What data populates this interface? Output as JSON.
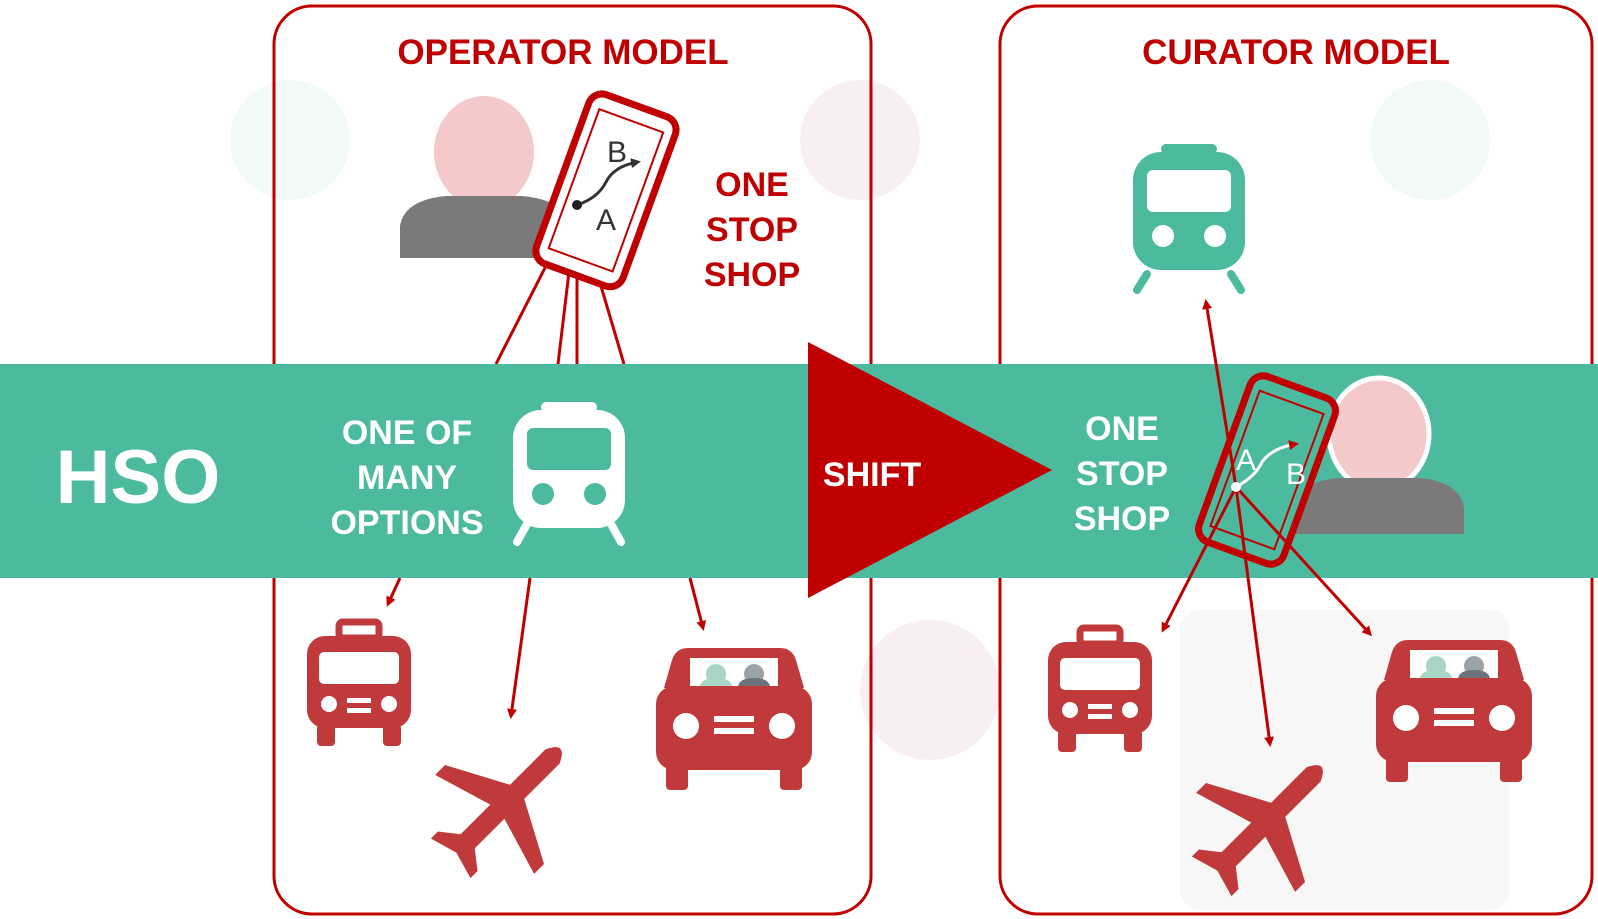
{
  "band": {
    "label": "HSO",
    "color": "#4cba9f"
  },
  "shift": {
    "label": "SHIFT",
    "color": "#c00000"
  },
  "operator": {
    "title": "OPERATOR MODEL",
    "one_stop_shop": [
      "ONE",
      "STOP",
      "SHOP"
    ],
    "one_of_many": [
      "ONE OF",
      "MANY",
      "OPTIONS"
    ],
    "phone_a": "A",
    "phone_b": "B"
  },
  "curator": {
    "title": "CURATOR MODEL",
    "one_stop_shop": [
      "ONE",
      "STOP",
      "SHOP"
    ],
    "phone_a": "A",
    "phone_b": "B"
  },
  "colors": {
    "accent": "#c00000",
    "icon_red": "#c0393b",
    "teal": "#4cba9f",
    "person_head": "#f3c9c9",
    "person_body": "#7a7a7a"
  }
}
